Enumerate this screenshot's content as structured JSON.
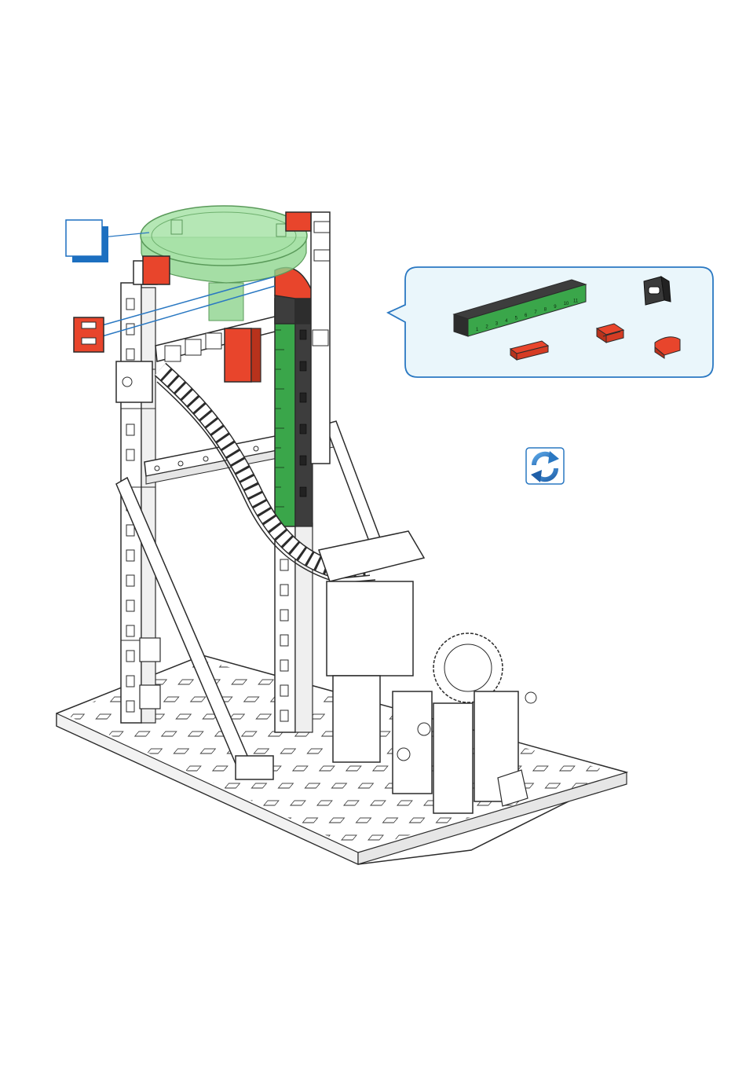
{
  "page": {
    "background": "#ffffff"
  },
  "colors": {
    "outline": "#2b2b2b",
    "white_part": "#ffffff",
    "red_part": "#e8452c",
    "green_part": "#3aa64a",
    "dark_part": "#3a3a3a",
    "transparent_green": "#8fd68f",
    "callout_border": "#2a78c2",
    "callout_fill": "#eaf6fb",
    "step_box": "#1c6fc0",
    "rotate_icon": "#2a78c2"
  },
  "step_marker": {
    "label": ""
  },
  "parts_callout": {
    "ruler_numbers": [
      "1",
      "2",
      "3",
      "4",
      "5",
      "6",
      "7",
      "8",
      "9",
      "10",
      "11"
    ],
    "items": [
      {
        "icon": "ruler-15-icon",
        "color": "green"
      },
      {
        "icon": "black-clip-icon",
        "color": "dark"
      },
      {
        "icon": "red-connector-icon",
        "color": "red"
      },
      {
        "icon": "red-flat-plate-icon",
        "color": "red"
      },
      {
        "icon": "red-angle-block-icon",
        "color": "red"
      }
    ]
  },
  "rotate_indicator": {
    "icon": "rotate-model-icon"
  }
}
